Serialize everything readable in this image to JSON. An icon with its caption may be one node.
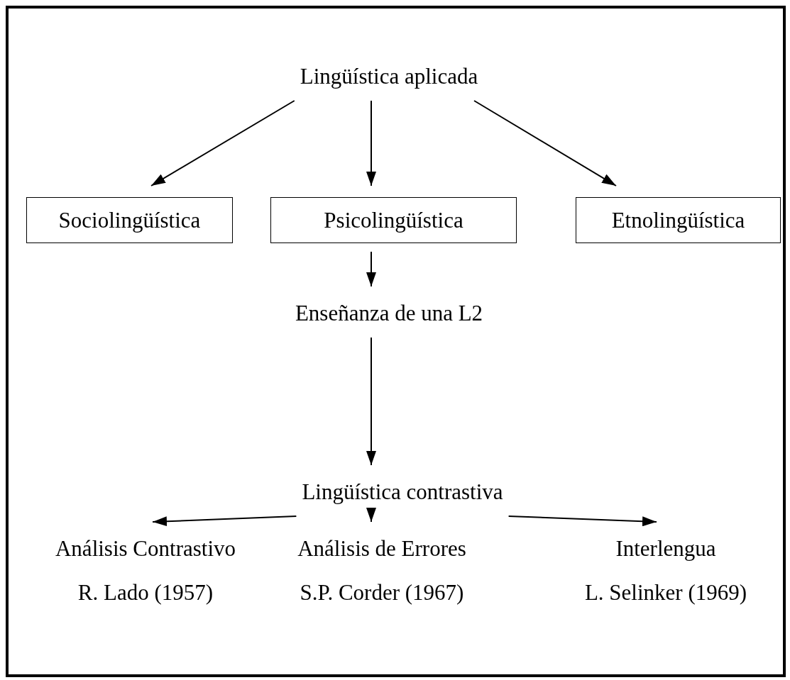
{
  "diagram": {
    "nodes": [
      {
        "text": [
          "Lingüística aplicada"
        ]
      },
      {
        "text": [
          "Sociolingüística"
        ]
      },
      {
        "text": [
          "Psicolingüística"
        ]
      },
      {
        "text": [
          "Etnolingüística"
        ]
      },
      {
        "text": [
          "Enseñanza de una L2"
        ]
      },
      {
        "text": [
          "Lingüística contrastiva"
        ]
      },
      {
        "text": [
          "Análisis Contrastivo",
          "R. Lado (1957)"
        ]
      },
      {
        "text": [
          "Análisis de Errores",
          "S.P. Corder (1967)"
        ]
      },
      {
        "text": [
          "Interlengua",
          "L. Selinker (1969)"
        ]
      }
    ],
    "edges": [
      {
        "from": 0,
        "to": 1,
        "arrow": "to"
      },
      {
        "from": 0,
        "to": 2,
        "arrow": "to"
      },
      {
        "from": 0,
        "to": 3,
        "arrow": "to"
      },
      {
        "from": 2,
        "to": 4,
        "arrow": "to"
      },
      {
        "from": 4,
        "to": 5,
        "arrow": "to"
      },
      {
        "from": 5,
        "to": 6,
        "arrow": "to"
      },
      {
        "from": 5,
        "to": 7,
        "arrow": "to"
      },
      {
        "from": 5,
        "to": 8,
        "arrow": "to"
      }
    ]
  }
}
